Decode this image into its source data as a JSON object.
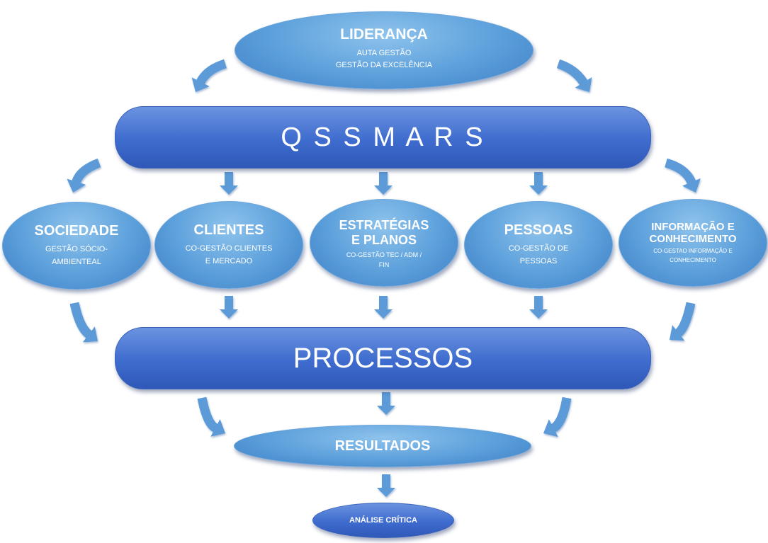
{
  "colors": {
    "arrow": "#5b9ad8",
    "light_node": "#5b9fdb",
    "dark_bar": "#3e6cce",
    "text": "#ffffff"
  },
  "lideranca": {
    "title": "LIDERANÇA",
    "line1": "AUTA GESTÃO",
    "line2": "GESTÃO DA EXCELÊNCIA"
  },
  "qssmars": {
    "title": "Q S S M A R S"
  },
  "sociedade": {
    "title": "SOCIEDADE",
    "line1": "GESTÃO SÓCIO-",
    "line2": "AMBIENTEAL"
  },
  "clientes": {
    "title": "CLIENTES",
    "line1": "CO-GESTÃO CLIENTES",
    "line2": "E MERCADO"
  },
  "estrategias": {
    "title1": "ESTRATÉGIAS",
    "title2": "E PLANOS",
    "line1": "CO-GESTÃO TEC / ADM /",
    "line2": "FIN"
  },
  "pessoas": {
    "title": "PESSOAS",
    "line1": "CO-GESTÃO DE",
    "line2": "PESSOAS"
  },
  "informacao": {
    "title1": "INFORMAÇÃO E",
    "title2": "CONHECIMENTO",
    "line1": "CO-GESTAO INFORMAÇÃO E",
    "line2": "CONHECIMENTO"
  },
  "processos": {
    "title": "PROCESSOS"
  },
  "resultados": {
    "title": "RESULTADOS"
  },
  "analise": {
    "title": "ANÁLISE CRÍTICA"
  }
}
